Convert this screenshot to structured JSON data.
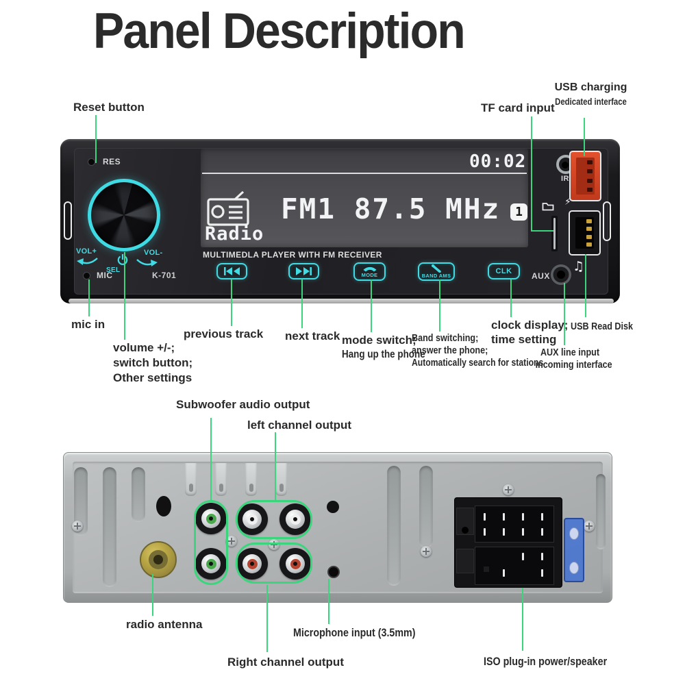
{
  "title": "Panel Description",
  "colors": {
    "callout_green": "#3bd57e",
    "device_cyan": "#41dbe4",
    "usb_orange": "#dd4928",
    "fuse_blue": "#4673d2"
  },
  "front_panel": {
    "callouts": {
      "reset": "Reset button",
      "tf_card": "TF card input",
      "usb_charging": [
        "USB charging",
        "Dedicated interface"
      ],
      "mic_in": "mic in",
      "volume": [
        "volume +/-;",
        "switch button;",
        "Other settings"
      ],
      "previous_track": "previous track",
      "next_track": "next track",
      "mode": [
        "mode switch;",
        "Hang up the phone"
      ],
      "band": [
        "Band switching;",
        "answer the phone;",
        "Automatically search for stations"
      ],
      "clock": [
        "clock display;",
        "time setting"
      ],
      "usb_read": "USB Read Disk",
      "aux_in": [
        "AUX line input",
        "incoming interface"
      ]
    },
    "markings": {
      "res": "RES",
      "mic": "MIC",
      "model": "K-701",
      "vol_plus": "VOL+",
      "vol_minus": "VOL-",
      "sel": "SEL",
      "ir": "IR",
      "aux": "AUX"
    },
    "display": {
      "clock": "00:02",
      "source": "Radio",
      "station": "FM1 87.5 MHz",
      "preset": "1",
      "tagline": "MULTIMEDLA PLAYER WITH FM RECEIVER"
    },
    "buttons": {
      "mode": "MODE",
      "band": "BAND AMS",
      "clk": "CLK"
    }
  },
  "rear_panel": {
    "callouts": {
      "subwoofer": "Subwoofer audio output",
      "left_channel": "left channel output",
      "antenna": "radio antenna",
      "microphone": "Microphone input (3.5mm)",
      "right_channel": "Right channel output",
      "iso": "ISO plug-in power/speaker"
    }
  }
}
